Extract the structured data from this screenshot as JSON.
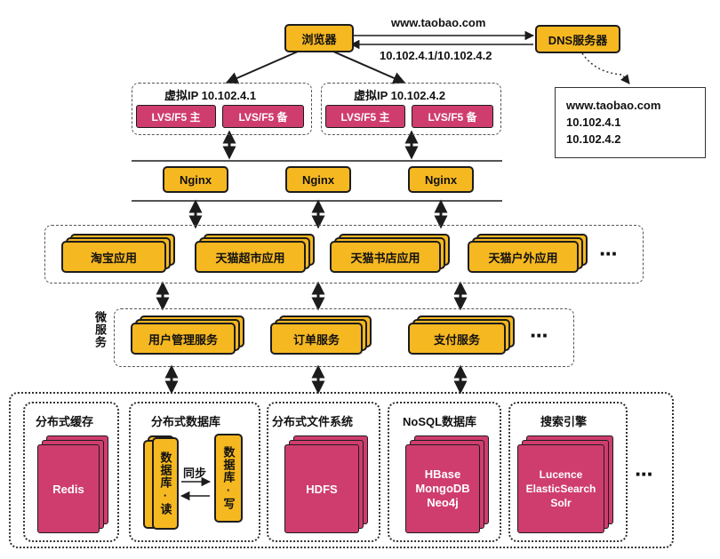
{
  "browser": "浏览器",
  "dns": "DNS服务器",
  "domain_label": "www.taobao.com",
  "ip_label": "10.102.4.1/10.102.4.2",
  "dns_result": [
    "www.taobao.com",
    "10.102.4.1",
    "10.102.4.2"
  ],
  "vip": [
    {
      "title": "虚拟IP 10.102.4.1",
      "master": "LVS/F5 主",
      "backup": "LVS/F5 备"
    },
    {
      "title": "虚拟IP 10.102.4.2",
      "master": "LVS/F5 主",
      "backup": "LVS/F5 备"
    }
  ],
  "nginx": [
    "Nginx",
    "Nginx",
    "Nginx"
  ],
  "apps": [
    "淘宝应用",
    "天猫超市应用",
    "天猫书店应用",
    "天猫户外应用"
  ],
  "apps_more": "···",
  "micro_label": "微服务",
  "services": [
    "用户管理服务",
    "订单服务",
    "支付服务"
  ],
  "services_more": "···",
  "storage": {
    "cache": {
      "title": "分布式缓存",
      "item": "Redis"
    },
    "db": {
      "title": "分布式数据库",
      "read": "数据库·读",
      "write": "数据库·写",
      "sync": "同步"
    },
    "fs": {
      "title": "分布式文件系统",
      "item": "HDFS"
    },
    "nosql": {
      "title": "NoSQL数据库",
      "items": "HBase\nMongoDB\nNeo4j"
    },
    "search": {
      "title": "搜索引擎",
      "items": "Lucence\nElasticSearch\nSolr"
    },
    "more": "···"
  }
}
